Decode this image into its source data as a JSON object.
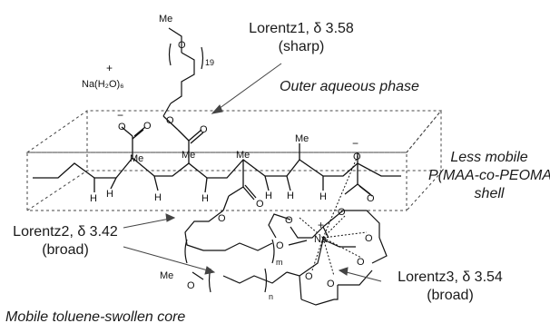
{
  "annotations": {
    "lorentz1": {
      "line1": "Lorentz1, δ 3.58",
      "line2": "(sharp)"
    },
    "lorentz2": {
      "line1": "Lorentz2, δ 3.42",
      "line2": "(broad)"
    },
    "lorentz3": {
      "line1": "Lorentz3, δ 3.54",
      "line2": "(broad)"
    }
  },
  "regions": {
    "outer": "Outer aqueous phase",
    "shell": [
      "Less mobile",
      "P(MAA-co-PEOMA)",
      "shell"
    ],
    "core": "Mobile toluene-swollen core"
  },
  "chem": {
    "me": "Me",
    "h": "H",
    "o": "O",
    "na": "Na",
    "na_hydrate": "Na(H₂O)₆",
    "plus": "+",
    "minus": "−",
    "sub19": "19",
    "sub_m": "m",
    "sub_n": "n"
  }
}
